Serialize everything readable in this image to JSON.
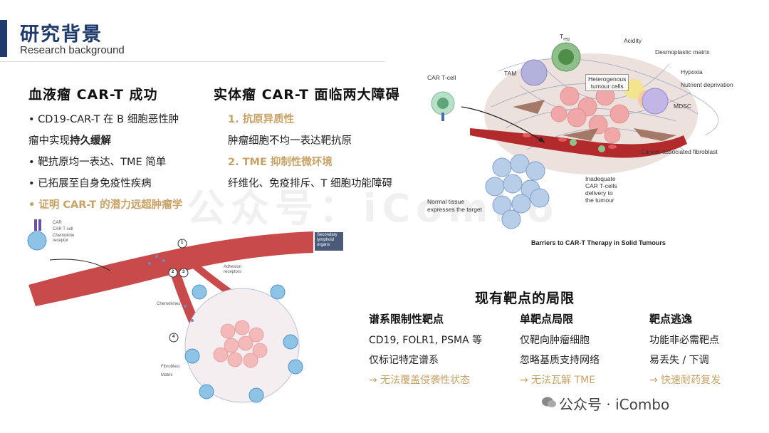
{
  "header": {
    "title_cn": "研究背景",
    "title_en": "Research background"
  },
  "left_section": {
    "heading": "血液瘤 CAR-T 成功",
    "line1": "• CD19-CAR-T 在 B 细胞恶性肿",
    "line2_pre": "瘤中实现",
    "line2_bold": "持久缓解",
    "line3": "• 靶抗原均一表达、TME 简单",
    "line4": "• 已拓展至自身免疫性疾病",
    "line5": "• 证明 CAR-T 的潜力远超肿瘤学"
  },
  "middle_section": {
    "heading": "实体瘤 CAR-T 面临两大障碍",
    "item1_title": "1. 抗原异质性",
    "item1_desc": "肿瘤细胞不均一表达靶抗原",
    "item2_title": "2. TME 抑制性微环境",
    "item2_desc": "纤维化、免疫排斥、T 细胞功能障碍"
  },
  "diagram_top": {
    "caption": "Barriers to CAR-T Therapy in Solid Tumours",
    "labels": {
      "car_t": "CAR T-cell",
      "treg": "T",
      "treg_sub": "reg",
      "tam": "TAM",
      "acidity": "Acidity",
      "desmoplastic": "Desmoplastic matrix",
      "hypoxia": "Hypoxia",
      "nutrient": "Nutrient deprivation",
      "heterogenous_1": "Heterogenous",
      "heterogenous_2": "tumour cells",
      "mdsc": "MDSC",
      "caf": "Cancer-associated fibroblast",
      "inadequate_1": "Inadequate",
      "inadequate_2": "CAR T-cells",
      "inadequate_3": "delivery to",
      "inadequate_4": "the tumour",
      "normal_1": "Normal tissue",
      "normal_2": "expresses the target"
    }
  },
  "diagram_bottom": {
    "labels": {
      "car": "CAR",
      "car_t_cell": "CAR T cell",
      "chemokine_1": "Chemokine",
      "chemokine_2": "receptor",
      "secondary_1": "Secondary",
      "secondary_2": "lymphoid",
      "secondary_3": "organs",
      "adhesion_1": "Adhesion",
      "adhesion_2": "receptors",
      "chemokines": "Chemokines",
      "fibroblast": "Fibroblast",
      "matrix": "Matrix",
      "step1": "1",
      "step2": "2",
      "step3": "3",
      "step4": "4"
    }
  },
  "limits_section": {
    "heading": "现有靶点的局限",
    "col1": {
      "head": "谱系限制性靶点",
      "line1": "CD19, FOLR1, PSMA 等",
      "line2": "仅标记特定谱系",
      "arrow": "→ 无法覆盖侵袭性状态"
    },
    "col2": {
      "head": "单靶点局限",
      "line1": "仅靶向肿瘤细胞",
      "line2": "忽略基质支持网络",
      "arrow": "→ 无法瓦解 TME"
    },
    "col3": {
      "head": "靶点逃逸",
      "line1": "功能非必需靶点",
      "line2": "易丢失 / 下调",
      "arrow": "→ 快速耐药复发"
    }
  },
  "watermark": {
    "center": "公众号：iCombo",
    "footer": "公众号 · iCombo"
  },
  "colors": {
    "brand": "#1f3b6e",
    "accent": "#c8a165",
    "vessel": "#c0383a"
  }
}
